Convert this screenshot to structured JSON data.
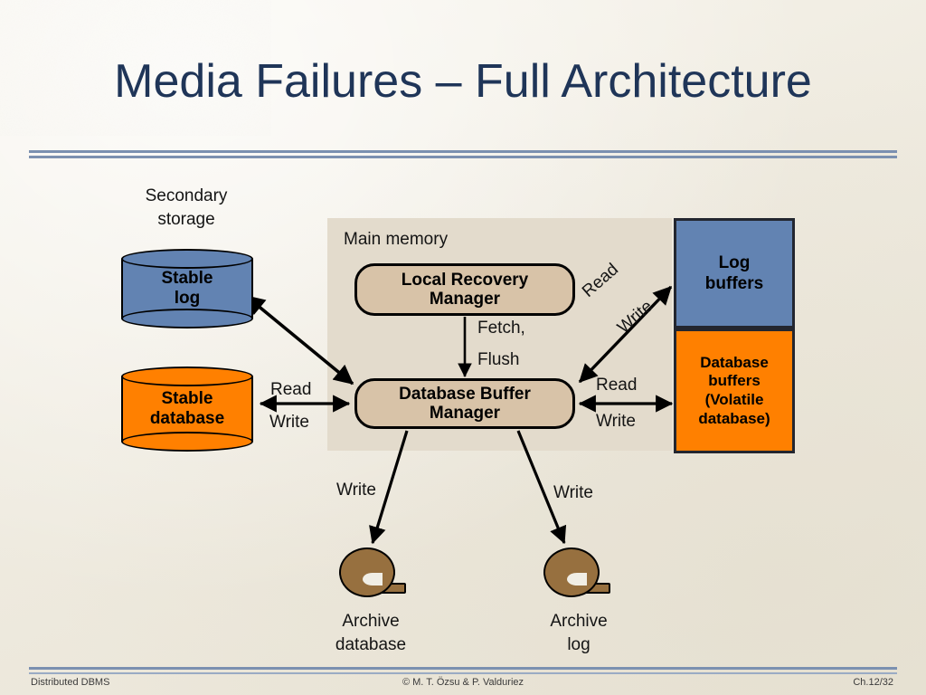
{
  "slide": {
    "title": "Media Failures – Full Architecture",
    "title_color": "#1f3558",
    "background_color": "#f1eee5",
    "divider_color": "#7b90b0"
  },
  "footer": {
    "left": "Distributed DBMS",
    "center": "© M. T. Özsu & P. Valduriez",
    "right": "Ch.12/32"
  },
  "diagram": {
    "regions": {
      "secondary_storage_label": "Secondary storage",
      "secondary_storage_label_line1": "Secondary",
      "secondary_storage_label_line2": "storage",
      "main_memory_label": "Main memory",
      "main_memory_fill": "#e3dbcc"
    },
    "nodes": [
      {
        "name": "stable-log",
        "label": "Stable log",
        "label_line1": "Stable",
        "label_line2": "log",
        "shape": "cylinder",
        "fill": "#6283b2"
      },
      {
        "name": "stable-database",
        "label": "Stable database",
        "label_line1": "Stable",
        "label_line2": "database",
        "shape": "cylinder",
        "fill": "#ff8000"
      },
      {
        "name": "local-recovery-manager",
        "label": "Local Recovery Manager",
        "label_line1": "Local Recovery",
        "label_line2": "Manager",
        "shape": "rounded-rect",
        "fill": "#d8c3a8"
      },
      {
        "name": "database-buffer-manager",
        "label": "Database Buffer Manager",
        "label_line1": "Database Buffer",
        "label_line2": "Manager",
        "shape": "rounded-rect",
        "fill": "#d8c3a8"
      },
      {
        "name": "log-buffers",
        "label": "Log buffers",
        "label_line1": "Log",
        "label_line2": "buffers",
        "shape": "rect",
        "fill": "#6283b2"
      },
      {
        "name": "database-buffers",
        "label": "Database buffers (Volatile database)",
        "label_line1": "Database",
        "label_line2": "buffers",
        "label_line3": "(Volatile",
        "label_line4": "database)",
        "shape": "rect",
        "fill": "#ff8000"
      },
      {
        "name": "archive-database",
        "label": "Archive database",
        "label_line1": "Archive",
        "label_line2": "database",
        "shape": "tape-reel",
        "fill": "#97703f"
      },
      {
        "name": "archive-log",
        "label": "Archive log",
        "label_line1": "Archive",
        "label_line2": "log",
        "shape": "tape-reel",
        "fill": "#97703f"
      }
    ],
    "edges": [
      {
        "name": "stable-database-to-dbm",
        "labels": [
          "Read",
          "Write"
        ],
        "arrow": "double"
      },
      {
        "name": "stable-log-to-dbm",
        "labels": [],
        "arrow": "double"
      },
      {
        "name": "lrm-to-dbm",
        "labels": [
          "Fetch,",
          "Flush"
        ],
        "arrow": "single"
      },
      {
        "name": "dbm-to-log-buffers",
        "labels": [
          "Read",
          "Write"
        ],
        "arrow": "double"
      },
      {
        "name": "dbm-to-database-buffers",
        "labels": [
          "Read",
          "Write"
        ],
        "arrow": "double"
      },
      {
        "name": "dbm-to-archive-database",
        "labels": [
          "Write"
        ],
        "arrow": "single"
      },
      {
        "name": "dbm-to-archive-log",
        "labels": [
          "Write"
        ],
        "arrow": "single"
      }
    ],
    "edge_labels": {
      "read_left": "Read",
      "write_left": "Write",
      "fetch": "Fetch,",
      "flush": "Flush",
      "read_right": "Read",
      "write_right": "Write",
      "read_diagonal": "Read",
      "write_diagonal": "Write",
      "write_archive_database": "Write",
      "write_archive_log": "Write"
    }
  }
}
